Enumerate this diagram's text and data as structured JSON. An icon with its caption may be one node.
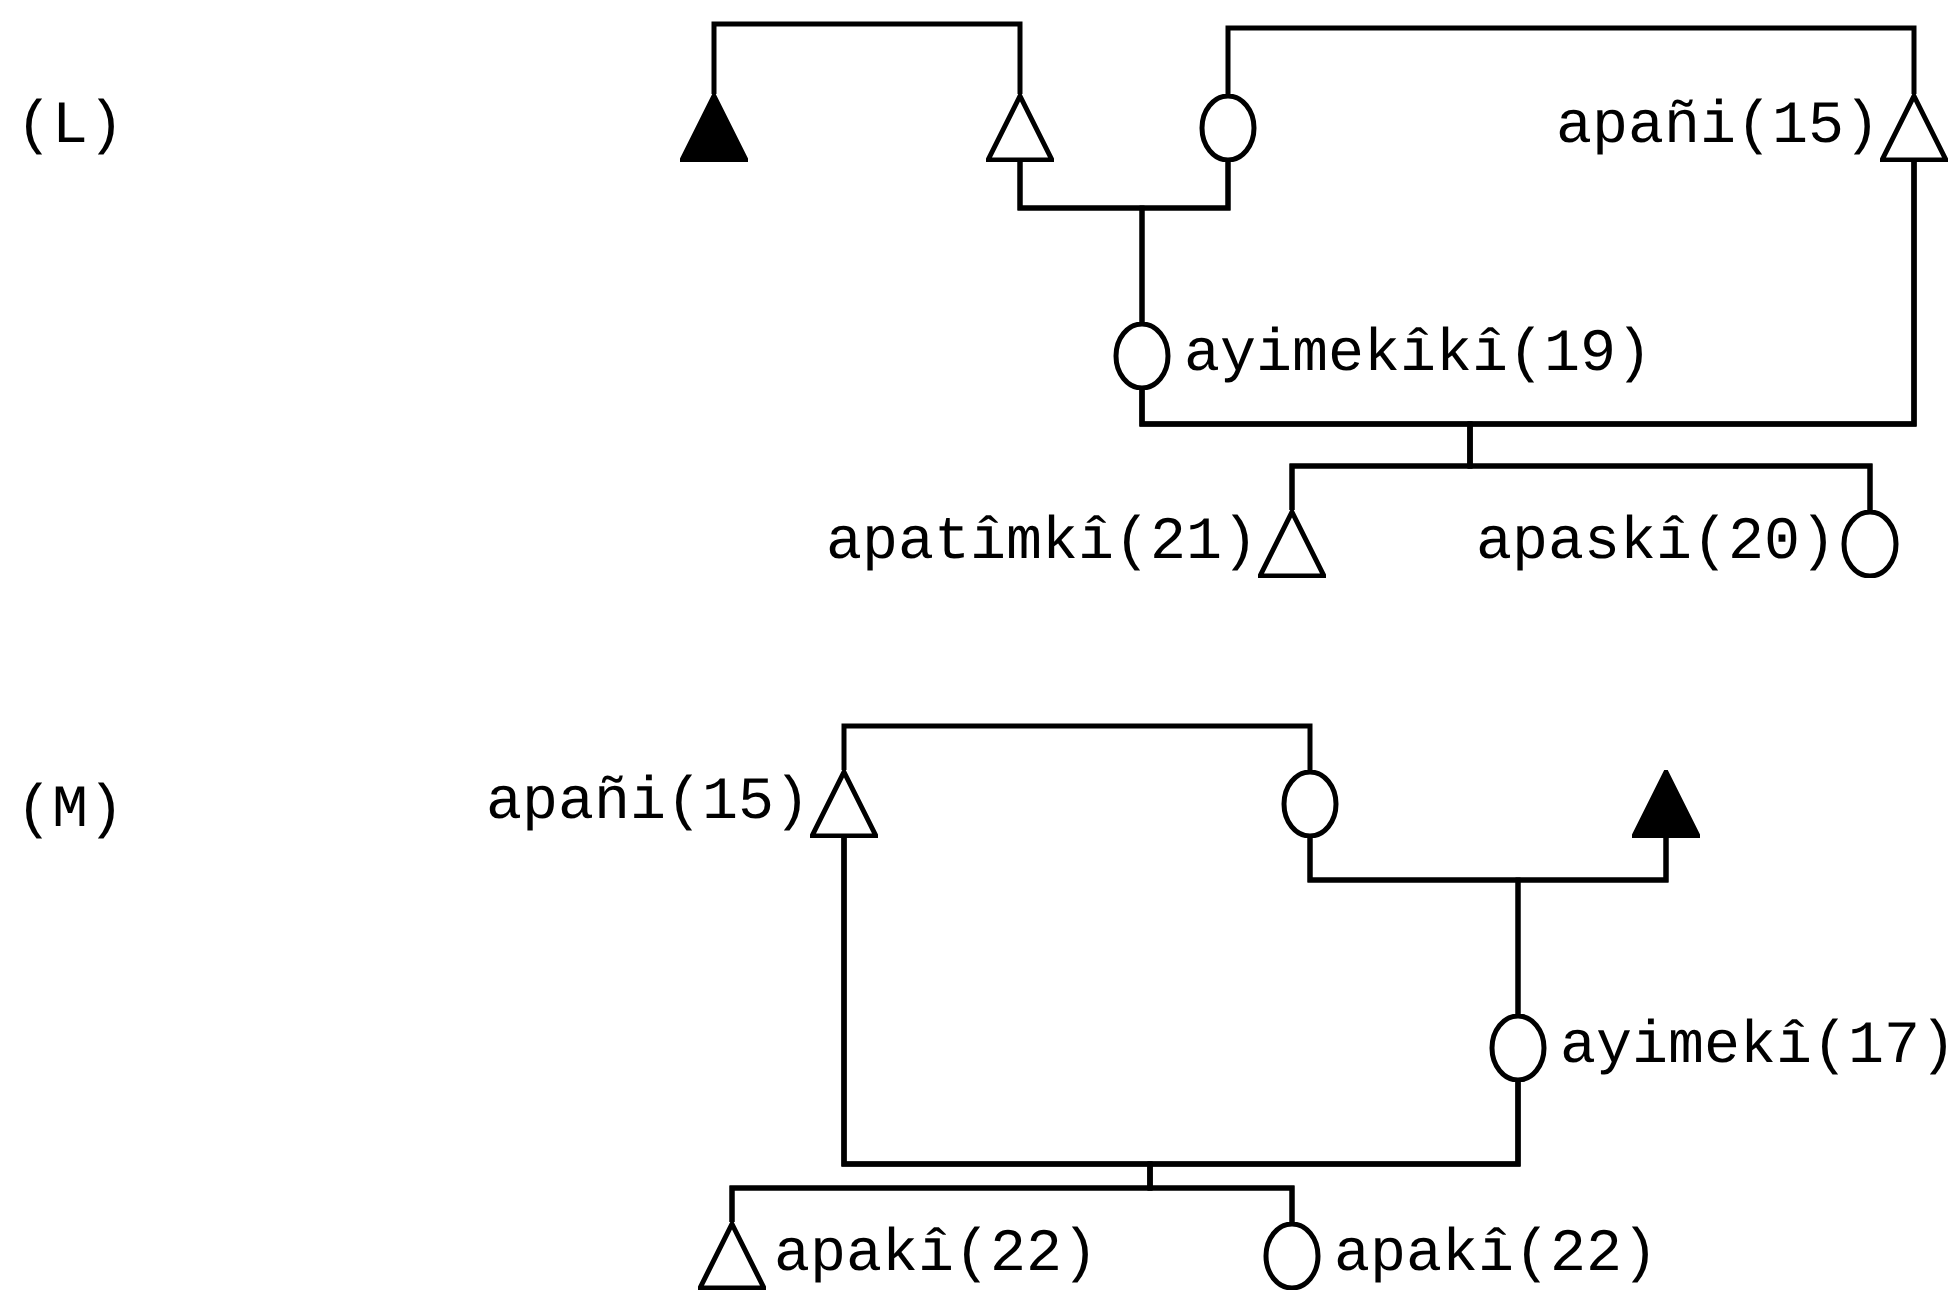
{
  "diagram": {
    "nodes": [
      {
        "text": [],
        "shape": "triangle"
      },
      {
        "text": [],
        "shape": "triangle"
      },
      {
        "text": [],
        "shape": "circle"
      },
      {
        "text": [
          "apañi(15)"
        ]
      },
      {
        "text": [
          "ayimekîkî(19)"
        ]
      },
      {
        "text": [
          "apatîmkî(21)"
        ]
      },
      {
        "text": [
          "apaskî(20)"
        ]
      },
      {
        "text": [
          "apañi(15)"
        ]
      },
      {
        "text": [],
        "shape": "circle"
      },
      {
        "text": [],
        "shape": "triangle"
      },
      {
        "text": [
          "ayimekî(17)"
        ]
      },
      {
        "text": [
          "apakî(22)"
        ]
      },
      {
        "text": [
          "apakî(22)"
        ]
      }
    ],
    "edges": [
      {
        "from": 0,
        "to": 1,
        "arrow": "none"
      },
      {
        "from": 1,
        "to": 2,
        "arrow": "none"
      },
      {
        "from": 1,
        "to": 4,
        "arrow": "none"
      },
      {
        "from": 2,
        "to": 4,
        "arrow": "none"
      },
      {
        "from": 2,
        "to": 3,
        "arrow": "none"
      },
      {
        "from": 4,
        "to": 3,
        "arrow": "none"
      },
      {
        "from": 4,
        "to": 5,
        "arrow": "none"
      },
      {
        "from": 4,
        "to": 6,
        "arrow": "none"
      },
      {
        "from": 3,
        "to": 5,
        "arrow": "none"
      },
      {
        "from": 3,
        "to": 6,
        "arrow": "none"
      },
      {
        "from": 7,
        "to": 8,
        "arrow": "none"
      },
      {
        "from": 8,
        "to": 9,
        "arrow": "none"
      },
      {
        "from": 8,
        "to": 10,
        "arrow": "none"
      },
      {
        "from": 9,
        "to": 10,
        "arrow": "none"
      },
      {
        "from": 7,
        "to": 10,
        "arrow": "none"
      },
      {
        "from": 7,
        "to": 11,
        "arrow": "none"
      },
      {
        "from": 7,
        "to": 12,
        "arrow": "none"
      },
      {
        "from": 10,
        "to": 11,
        "arrow": "none"
      },
      {
        "from": 10,
        "to": 12,
        "arrow": "none"
      }
    ],
    "labels": [
      "(L)",
      "(M)"
    ]
  }
}
